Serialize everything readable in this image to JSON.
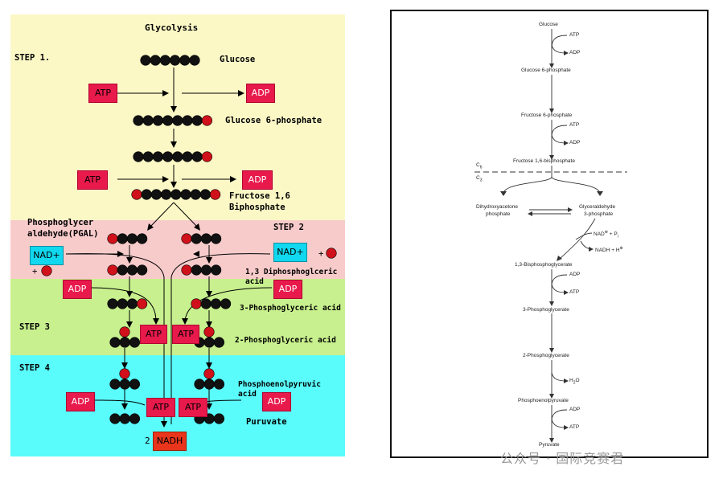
{
  "left": {
    "title": "Glycolysis",
    "steps": {
      "s1": "STEP 1.",
      "s2": "STEP 2",
      "s3": "STEP 3",
      "s4": "STEP 4"
    },
    "molecules": {
      "glucose": "Glucose",
      "g6p": "Glucose 6-phosphate",
      "f16": "Fructose 1,6",
      "f16b": "Biphosphate",
      "pgal1": "Phosphoglycer",
      "pgal2": "aldehyde(PGAL)",
      "dpg1": "1,3 Diphosphoglceric",
      "dpg2": "acid",
      "pg3": "3-Phosphoglyceric acid",
      "pg2": "2-Phosphoglyceric acid",
      "pep1": "Phosphoenolpyruvic",
      "pep2": "acid",
      "pyr": "Puruvate"
    },
    "labels": {
      "atp": "ATP",
      "adp": "ADP",
      "nad": "NAD+",
      "plus": "+",
      "nadh": "NADH",
      "two": "2"
    },
    "colors": {
      "yellow": "#fbf8c6",
      "pink": "#f8cbcb",
      "green": "#c8f08e",
      "cyan": "#5afbfb",
      "red_phosphate": "#d0101a"
    }
  },
  "right": {
    "glucose": "Glucose",
    "atp": "ATP",
    "adp": "ADP",
    "g6p": "Glucose 6-phosphate",
    "f6p": "Fructose 6-phosphate",
    "f16bp": "Fructose 1,6-bisphosphate",
    "c6": "C",
    "c6s": "6",
    "c3": "C",
    "c3s": "3",
    "dhap1": "Dihydroxyacetone",
    "dhap2": "phosphate",
    "gap1": "Glyceraldehyde",
    "gap2": "3-phosphate",
    "nad": "NAD",
    "nadsup": "⊕",
    "pi": "+ P",
    "pisub": "i",
    "nadh": "NADH + H",
    "nadhsup": "⊕",
    "bpg": "1,3-Bisphosphoglycerate",
    "pg3": "3-Phosphoglycerate",
    "pg2": "2-Phosphoglycerate",
    "h2o": "H",
    "h2osub": "2",
    "h2oo": "O",
    "pep": "Phosphoenolpyruvate",
    "pyr": "Pyruvate"
  },
  "watermark": "公众号 · 国际竞赛君"
}
